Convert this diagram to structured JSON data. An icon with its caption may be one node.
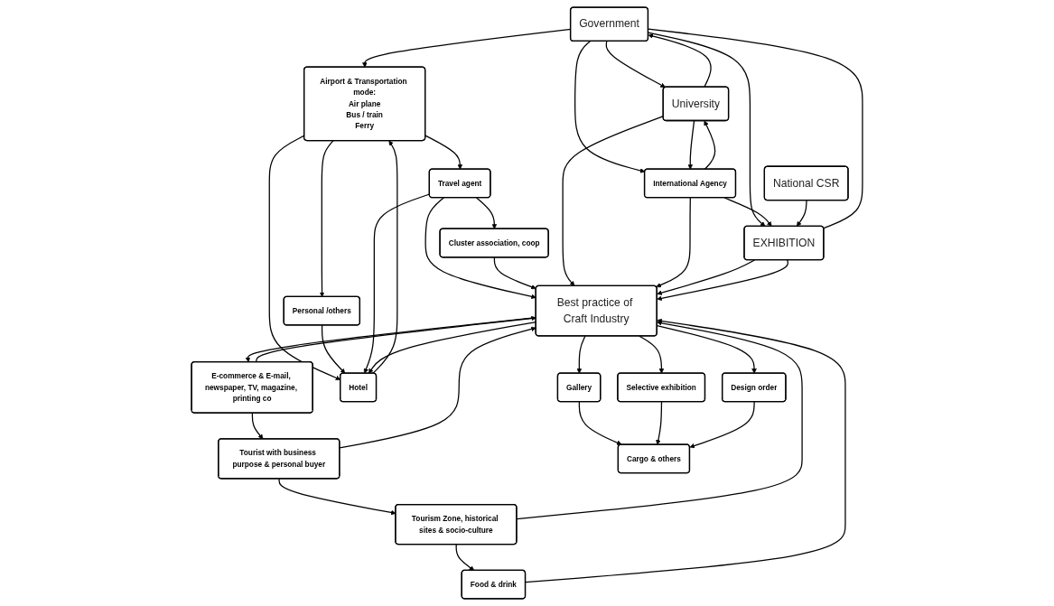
{
  "diagram": {
    "nodes": [
      {
        "text": [
          "Airport & Transportation mode:",
          "Air plane",
          "Bus / train",
          "Ferry"
        ]
      },
      {
        "text": [
          "Government"
        ]
      },
      {
        "text": [
          "University"
        ]
      },
      {
        "text": [
          "Cluster association, coop"
        ]
      },
      {
        "text": [
          "Hotel"
        ]
      },
      {
        "text": [
          "Personal /others"
        ]
      },
      {
        "text": [
          "Travel agent"
        ]
      },
      {
        "text": [
          "Tourist with business purpose & personal buyer"
        ]
      },
      {
        "text": [
          "Tourism Zone, historical sites & socio-culture"
        ]
      },
      {
        "text": [
          "EXHIBITION"
        ]
      },
      {
        "text": [
          "International Agency"
        ]
      },
      {
        "text": [
          "Food & drink"
        ]
      },
      {
        "text": [
          "National CSR"
        ]
      },
      {
        "text": [
          "Best practice of Craft Industry"
        ]
      },
      {
        "text": [
          "E-commerce & E-mail, newspaper, TV, magazine, printing co"
        ]
      },
      {
        "text": [
          "Gallery"
        ]
      },
      {
        "text": [
          "Selective exhibition"
        ]
      },
      {
        "text": [
          "Design order"
        ]
      },
      {
        "text": [
          "Cargo & others"
        ]
      }
    ],
    "edges": [
      {
        "from": 1,
        "to": 0,
        "arrow": "to"
      },
      {
        "from": 1,
        "to": 2,
        "arrow": "to"
      },
      {
        "from": 2,
        "to": 1,
        "arrow": "to"
      },
      {
        "from": 0,
        "to": 4,
        "arrow": "to"
      },
      {
        "from": 0,
        "to": 5,
        "arrow": "to"
      },
      {
        "from": 0,
        "to": 6,
        "arrow": "to"
      },
      {
        "from": 6,
        "to": 3,
        "arrow": "to"
      },
      {
        "from": 4,
        "to": 0,
        "arrow": "to"
      },
      {
        "from": 5,
        "to": 4,
        "arrow": "to"
      },
      {
        "from": 6,
        "to": 4,
        "arrow": "to"
      },
      {
        "from": 13,
        "to": 4,
        "arrow": "to"
      },
      {
        "from": 7,
        "to": 8,
        "arrow": "to"
      },
      {
        "from": 8,
        "to": 11,
        "arrow": "to"
      },
      {
        "from": 7,
        "to": 13,
        "arrow": "to"
      },
      {
        "from": 6,
        "to": 13,
        "arrow": "to"
      },
      {
        "from": 8,
        "to": 13,
        "arrow": "to"
      },
      {
        "from": 11,
        "to": 13,
        "arrow": "to"
      },
      {
        "from": 3,
        "to": 13,
        "arrow": "to"
      },
      {
        "from": 1,
        "to": 9,
        "arrow": "to"
      },
      {
        "from": 9,
        "to": 1,
        "arrow": "none"
      },
      {
        "from": 1,
        "to": 10,
        "arrow": "to"
      },
      {
        "from": 2,
        "to": 10,
        "arrow": "to"
      },
      {
        "from": 10,
        "to": 2,
        "arrow": "to"
      },
      {
        "from": 2,
        "to": 13,
        "arrow": "to"
      },
      {
        "from": 10,
        "to": 9,
        "arrow": "to"
      },
      {
        "from": 10,
        "to": 13,
        "arrow": "to"
      },
      {
        "from": 12,
        "to": 9,
        "arrow": "to"
      },
      {
        "from": 9,
        "to": 13,
        "arrow": "to"
      },
      {
        "from": 9,
        "to": 13,
        "arrow": "to"
      },
      {
        "from": 13,
        "to": 14,
        "arrow": "to"
      },
      {
        "from": 14,
        "to": 13,
        "arrow": "to"
      },
      {
        "from": 14,
        "to": 7,
        "arrow": "to"
      },
      {
        "from": 13,
        "to": 15,
        "arrow": "to"
      },
      {
        "from": 13,
        "to": 16,
        "arrow": "to"
      },
      {
        "from": 13,
        "to": 17,
        "arrow": "to"
      },
      {
        "from": 15,
        "to": 18,
        "arrow": "to"
      },
      {
        "from": 16,
        "to": 18,
        "arrow": "to"
      },
      {
        "from": 17,
        "to": 18,
        "arrow": "to"
      }
    ]
  }
}
